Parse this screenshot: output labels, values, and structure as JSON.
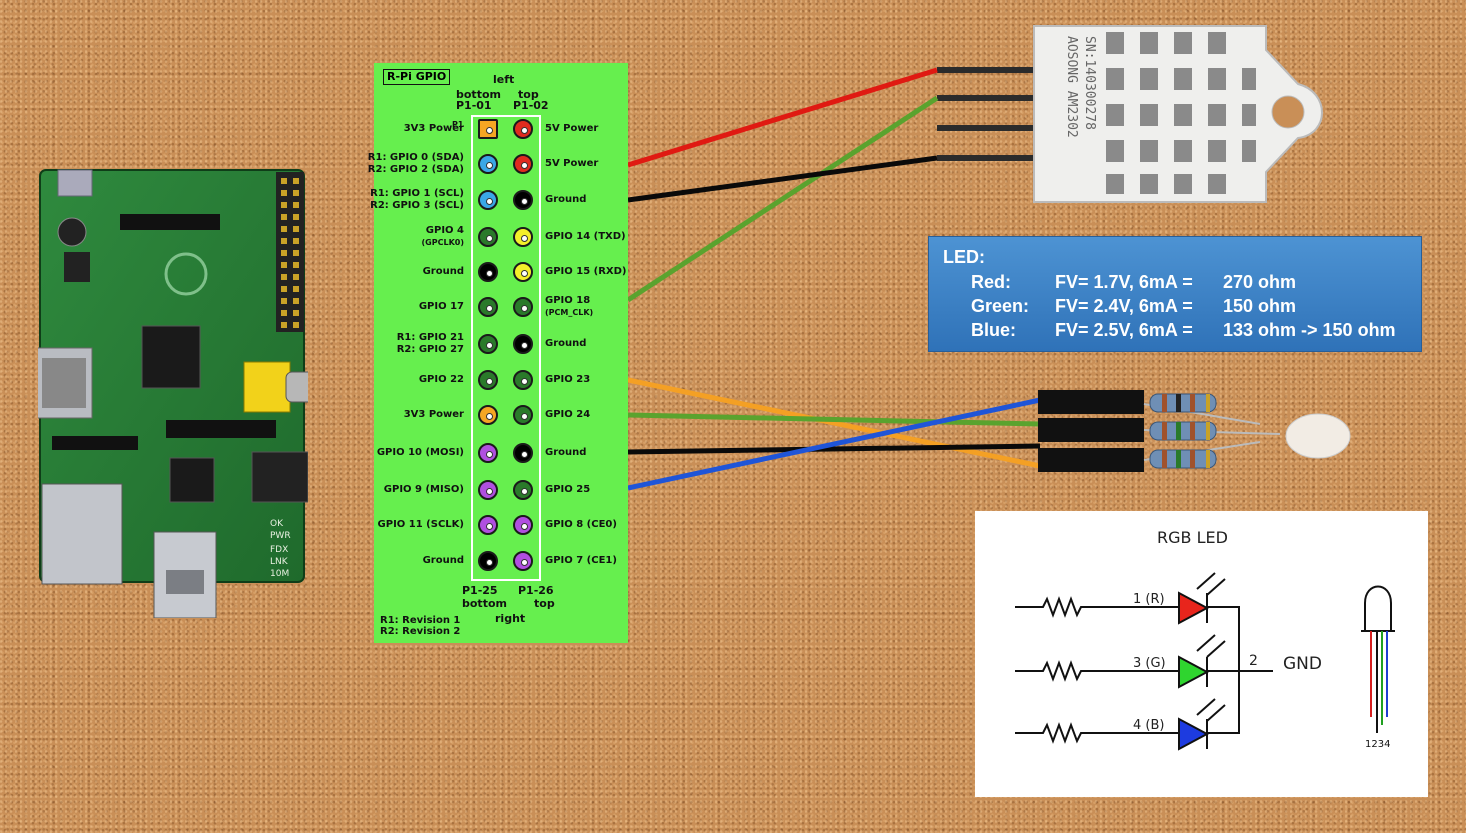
{
  "gpio": {
    "title": "R-Pi GPIO",
    "top_left": "left",
    "bottom_label": "bottom",
    "top_label": "top",
    "p101": "P1-01",
    "p102": "P1-02",
    "p125": "P1-25",
    "p126": "P1-26",
    "bottom_label2": "bottom",
    "top_label2": "top",
    "right": "right",
    "rev1": "R1: Revision 1",
    "rev2": "R2: Revision 2",
    "p1_marker": "P1",
    "rows": [
      {
        "left": [
          "3V3 Power"
        ],
        "right": [
          "5V Power"
        ],
        "lc": "#f5a623",
        "rc": "#e02b1f",
        "lsquare": true
      },
      {
        "left": [
          "R1: GPIO 0 (SDA)",
          "R2: GPIO 2 (SDA)"
        ],
        "right": [
          "5V Power"
        ],
        "lc": "#3aa7e6",
        "rc": "#e02b1f"
      },
      {
        "left": [
          "R1: GPIO 1 (SCL)",
          "R2: GPIO 3 (SCL)"
        ],
        "right": [
          "Ground"
        ],
        "lc": "#3aa7e6",
        "rc": "#000000"
      },
      {
        "left": [
          "GPIO 4",
          "(GPCLK0)"
        ],
        "right": [
          "GPIO 14 (TXD)"
        ],
        "lc": "#2a7a2a",
        "rc": "#f4ef2a",
        "lsmall2": true
      },
      {
        "left": [
          "Ground"
        ],
        "right": [
          "GPIO 15 (RXD)"
        ],
        "lc": "#000000",
        "rc": "#f4ef2a"
      },
      {
        "left": [
          "GPIO 17"
        ],
        "right": [
          "GPIO 18",
          "(PCM_CLK)"
        ],
        "lc": "#2a7a2a",
        "rc": "#2a7a2a",
        "rsmall2": true
      },
      {
        "left": [
          "R1: GPIO 21",
          "R2: GPIO 27"
        ],
        "right": [
          "Ground"
        ],
        "lc": "#2a7a2a",
        "rc": "#000000"
      },
      {
        "left": [
          "GPIO 22"
        ],
        "right": [
          "GPIO 23"
        ],
        "lc": "#2a7a2a",
        "rc": "#2a7a2a"
      },
      {
        "left": [
          "3V3 Power"
        ],
        "right": [
          "GPIO 24"
        ],
        "lc": "#f5a623",
        "rc": "#2a7a2a"
      },
      {
        "left": [
          "GPIO 10 (MOSI)"
        ],
        "right": [
          "Ground"
        ],
        "lc": "#b04fe0",
        "rc": "#000000"
      },
      {
        "left": [
          "GPIO 9 (MISO)"
        ],
        "right": [
          "GPIO 25"
        ],
        "lc": "#b04fe0",
        "rc": "#2a7a2a"
      },
      {
        "left": [
          "GPIO 11 (SCLK)"
        ],
        "right": [
          "GPIO 8 (CE0)"
        ],
        "lc": "#b04fe0",
        "rc": "#b04fe0"
      },
      {
        "left": [
          "Ground"
        ],
        "right": [
          "GPIO 7 (CE1)"
        ],
        "lc": "#000000",
        "rc": "#b04fe0"
      }
    ]
  },
  "led_info": {
    "heading": "LED:",
    "rows": [
      {
        "color": "Red:",
        "spec": "FV= 1.7V, 6mA =",
        "res": "270 ohm"
      },
      {
        "color": "Green:",
        "spec": "FV= 2.4V, 6mA =",
        "res": "150 ohm"
      },
      {
        "color": "Blue:",
        "spec": "FV= 2.5V, 6mA =",
        "res": "133 ohm -> 150 ohm"
      }
    ]
  },
  "sensor": {
    "line1": "AOSONG AM2302",
    "line2": "SN:140300278"
  },
  "schematic": {
    "title": "RGB LED",
    "r_label": "1 (R)",
    "g_label": "3 (G)",
    "b_label": "4 (B)",
    "node_label": "2",
    "gnd_label": "GND",
    "pin_numbers": "1234"
  },
  "colors": {
    "red_wire": "#e01a12",
    "green_wire": "#5aa32e",
    "black_wire": "#0a0a0a",
    "orange_wire": "#f4a024",
    "blue_wire": "#1f55d8",
    "gpio_panel": "#66ef4e",
    "info_box": "#3d84c8"
  }
}
